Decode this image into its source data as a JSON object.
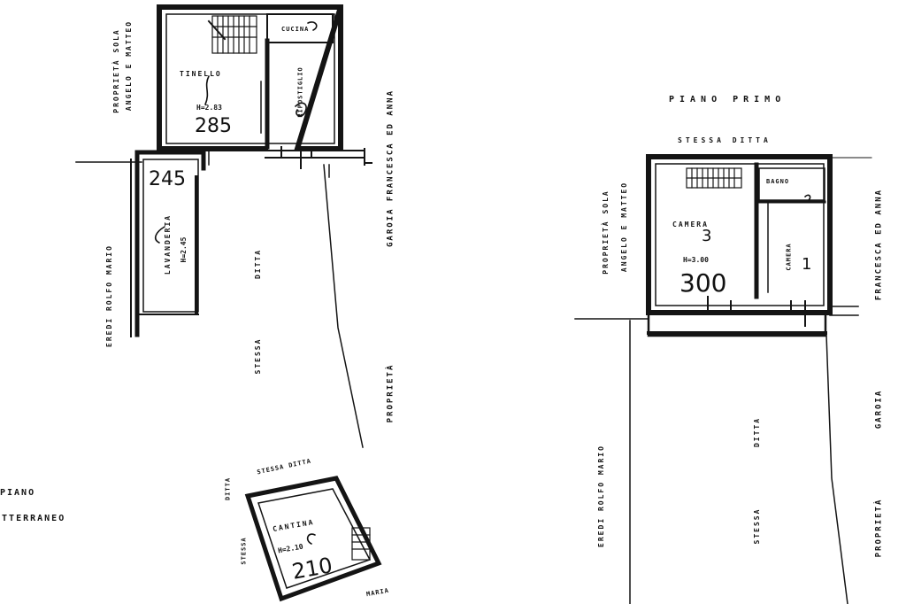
{
  "basement": {
    "floor_title_line1": "PIANO",
    "floor_title_line2": "SOTTERRANEO",
    "rooms": {
      "tinello": {
        "name": "TINELLO",
        "height": "H=2.83",
        "handwritten_number": "285"
      },
      "cucina": {
        "name": "CUCINA"
      },
      "ripostiglio": {
        "name": "RIPOSTIGLIO"
      },
      "lavanderia": {
        "name": "LAVANDERIA",
        "height": "H=2.45",
        "handwritten_number": "245"
      },
      "cantina": {
        "name": "CANTINA",
        "height": "H=2.10",
        "handwritten_number": "210"
      }
    },
    "neighbours": {
      "left_top_line1": "PROPRIETÀ SOLA",
      "left_top_line2": "ANGELO E MATTEO",
      "left_bottom": "EREDI ROLFO MARIO",
      "right_line1": "PROPRIETÀ",
      "right_line2": "GAROIA FRANCESCA ED ANNA",
      "centre_line1": "DITTA",
      "centre_line2": "STESSA",
      "cantina_top": "STESSA DITTA",
      "cantina_left_line1": "DITTA",
      "cantina_left_line2": "STESSA",
      "cantina_bottom": "MARIA"
    }
  },
  "first_floor": {
    "floor_title": "PIANO PRIMO",
    "rooms": {
      "camera_main": {
        "name": "CAMERA",
        "height": "H=3.00",
        "handwritten_mark": "3",
        "handwritten_number": "300"
      },
      "bagno": {
        "name": "BAGNO"
      },
      "camera_small": {
        "name": "CAMERA",
        "handwritten_mark": "1"
      }
    },
    "neighbours": {
      "top": "STESSA DITTA",
      "left_top_line1": "PROPRIETÀ SOLA",
      "left_top_line2": "ANGELO E MATTEO",
      "left_bottom": "EREDI ROLFO MARIO",
      "right_line1": "FRANCESCA ED ANNA",
      "right_line2": "GAROIA",
      "right_line3": "PROPRIETÀ",
      "centre_line1": "DITTA",
      "centre_line2": "STESSA"
    }
  },
  "colors": {
    "ink": "#141414",
    "paper": "#ffffff"
  }
}
